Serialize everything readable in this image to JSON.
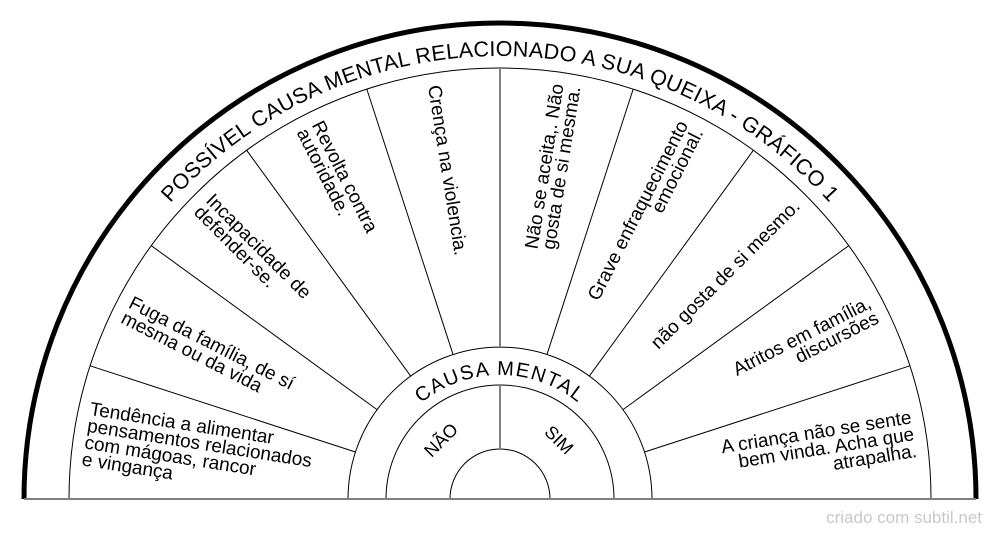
{
  "chart_title": "POSSÍVEL CAUSA MENTAL RELACIONADO A SUA QUEIXA - GRÁFICO 1",
  "center": {
    "label": "CAUSA MENTAL",
    "options": [
      {
        "label": "NÃO"
      },
      {
        "label": "SIM"
      }
    ]
  },
  "sectors": [
    {
      "lines": [
        "Tendência a alimentar",
        "pensamentos relacionados",
        "com mágoas, rancor",
        "e vingança"
      ]
    },
    {
      "lines": [
        "Fuga da família, de sí",
        "mesma ou da vida"
      ]
    },
    {
      "lines": [
        "Incapacidade de",
        "defender-se."
      ]
    },
    {
      "lines": [
        "Revolta contra",
        "autoridade."
      ]
    },
    {
      "lines": [
        "Crença na violencia."
      ]
    },
    {
      "lines": [
        "Não se aceita,. Não",
        "gosta de si mesma."
      ]
    },
    {
      "lines": [
        "Grave enfraquecimento",
        "emocional."
      ]
    },
    {
      "lines": [
        "não gosta de si mesmo."
      ]
    },
    {
      "lines": [
        "Atritos em família,",
        "discursões"
      ]
    },
    {
      "lines": [
        "A criança não se sente",
        "bem vinda. Acha que",
        "atrapalha."
      ]
    }
  ],
  "watermark": "criado com subtil.net",
  "colors": {
    "ink": "#000000",
    "divider_gray": "#808080",
    "watermark": "#c8c8c8"
  }
}
